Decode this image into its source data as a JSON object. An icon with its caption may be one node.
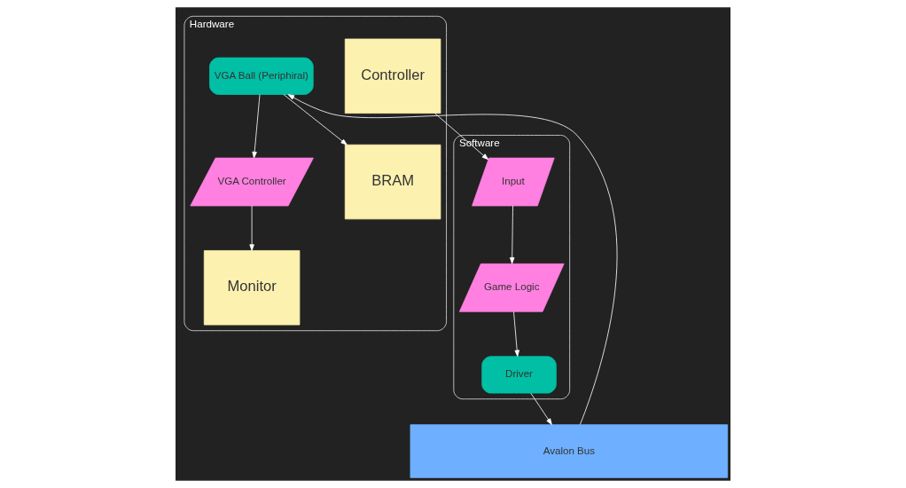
{
  "diagram": {
    "nodes": [
      {
        "text": [
          "Hardware"
        ]
      },
      {
        "text": [
          "Software"
        ]
      },
      {
        "text": [
          "Monitor"
        ],
        "in": 0
      },
      {
        "text": [
          "VGA Controller"
        ],
        "in": 0
      },
      {
        "text": [
          "VGA Ball (Periphiral)"
        ],
        "in": 0
      },
      {
        "text": [
          "BRAM"
        ],
        "in": 0
      },
      {
        "text": [
          "Controller"
        ],
        "in": 0
      },
      {
        "text": [
          "Avalon Bus"
        ]
      },
      {
        "text": [
          "Driver"
        ],
        "in": 1
      },
      {
        "text": [
          "Game Logic"
        ],
        "in": 1
      },
      {
        "text": [
          "Input"
        ],
        "in": 1
      }
    ],
    "edges": [
      {
        "from": 4,
        "to": 3,
        "arrow": "to"
      },
      {
        "from": 3,
        "to": 2,
        "arrow": "to"
      },
      {
        "from": 4,
        "to": 5,
        "arrow": "to"
      },
      {
        "from": 7,
        "to": 4,
        "arrow": "to"
      },
      {
        "from": 6,
        "to": 10,
        "arrow": "to"
      },
      {
        "from": 10,
        "to": 9,
        "arrow": "to"
      },
      {
        "from": 9,
        "to": 8,
        "arrow": "to"
      },
      {
        "from": 8,
        "to": 7,
        "arrow": "to"
      }
    ]
  }
}
